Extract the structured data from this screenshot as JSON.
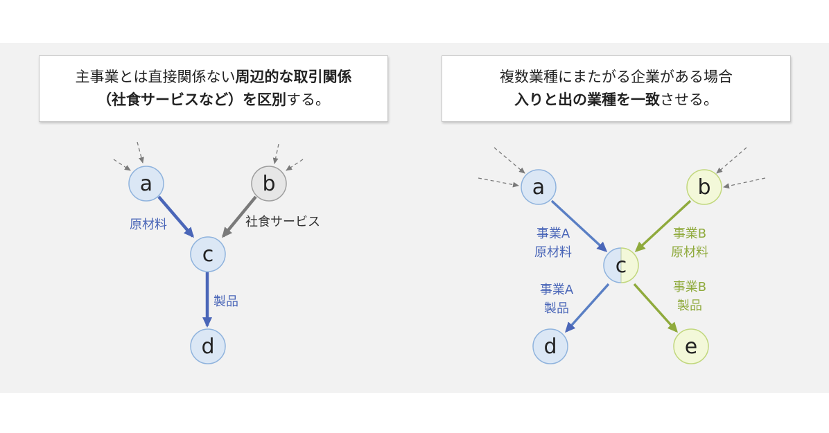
{
  "left": {
    "caption_line1_normal": "主事業とは直接関係ない",
    "caption_line1_bold": "周辺的な取引関係",
    "caption_line2_bold": "（社食サービスなど）を区別",
    "caption_line2_normal": "する。",
    "nodes": {
      "a": "a",
      "b": "b",
      "c": "c",
      "d": "d"
    },
    "labels": {
      "raw": "原材料",
      "service": "社食サービス",
      "product": "製品"
    }
  },
  "right": {
    "caption_line1": "複数業種にまたがる企業がある場合",
    "caption_line2_bold": "入りと出の業種を一致",
    "caption_line2_normal": "させる。",
    "nodes": {
      "a": "a",
      "b": "b",
      "c": "c",
      "d": "d",
      "e": "e"
    },
    "labels": {
      "a_raw_1": "事業A",
      "a_raw_2": "原材料",
      "b_raw_1": "事業B",
      "b_raw_2": "原材料",
      "a_prod_1": "事業A",
      "a_prod_2": "製品",
      "b_prod_1": "事業B",
      "b_prod_2": "製品"
    }
  },
  "colors": {
    "blue_arrow": "#4a66b8",
    "blue_text": "#4a66b8",
    "gray_arrow": "#7a7a7a",
    "green_arrow": "#8faa3c",
    "green_text": "#8faa3c",
    "node_blue_fill": "#dbe7f5",
    "node_blue_stroke": "#8fb3dd",
    "node_gray_fill": "#e6e6e6",
    "node_gray_stroke": "#9e9e9e",
    "node_green_fill": "#f3f8d9",
    "node_green_stroke": "#c1d77d"
  }
}
